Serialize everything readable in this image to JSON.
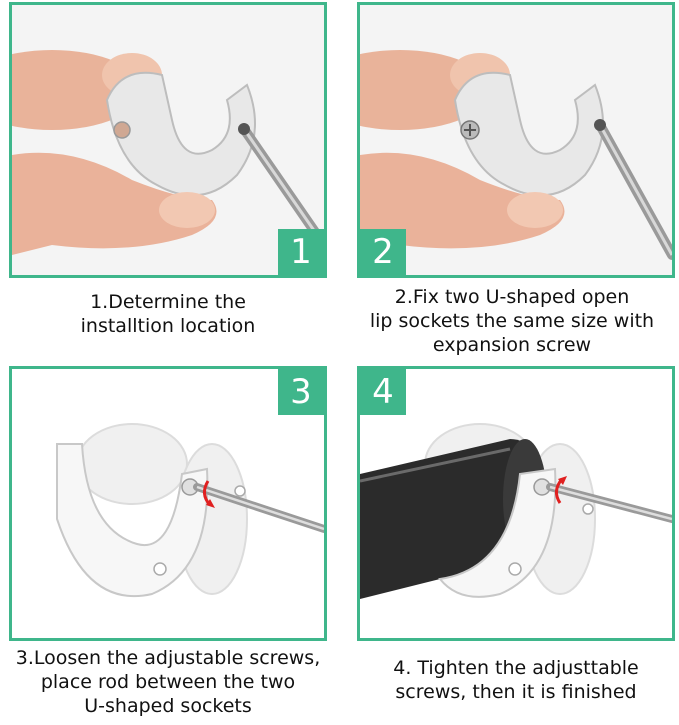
{
  "accent_color": "#3fb68b",
  "steps": [
    {
      "number": "1",
      "caption_lines": [
        "1.Determine the",
        "installtion location"
      ]
    },
    {
      "number": "2",
      "caption_lines": [
        "2.Fix two U-shaped open",
        "lip sockets the same size with",
        "expansion screw"
      ]
    },
    {
      "number": "3",
      "caption_lines": [
        "3.Loosen the adjustable screws,",
        "place rod between the two",
        "U-shaped sockets"
      ]
    },
    {
      "number": "4",
      "caption_lines": [
        "4. Tighten the adjusttable",
        "screws, then it is finished"
      ]
    }
  ]
}
